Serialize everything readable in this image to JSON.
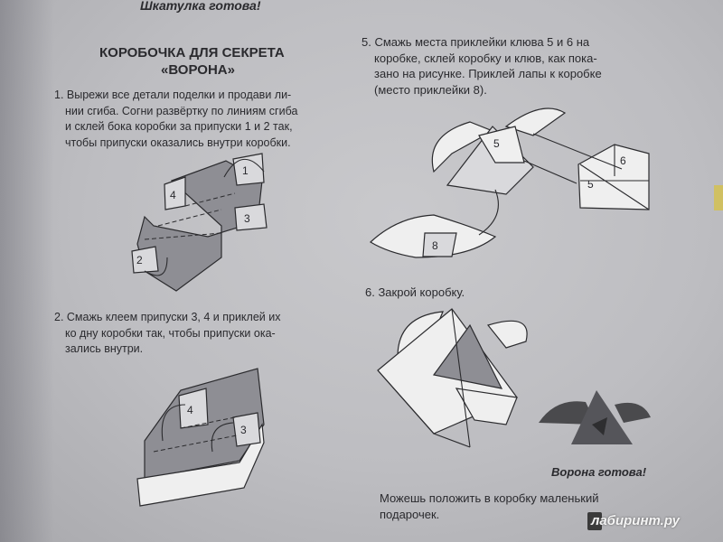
{
  "header": {
    "previous_done": "Шкатулка готова!"
  },
  "title": {
    "line1": "КОРОБОЧКА ДЛЯ СЕКРЕТА",
    "line2": "«ВОРОНА»"
  },
  "steps": {
    "s1": [
      "1. Вырежи все детали поделки и продави ли-",
      "нии сгиба. Согни развёртку по линиям сгиба",
      "и склей бока коробки за припуски 1 и 2 так,",
      "чтобы припуски оказались внутри коробки."
    ],
    "s2": [
      "2. Смажь клеем припуски 3, 4 и приклей их",
      "ко дну коробки так, чтобы припуски ока-",
      "зались внутри."
    ],
    "s5": [
      "5. Смажь места приклейки клюва 5 и 6 на",
      "коробке, склей коробку и клюв, как пока-",
      "зано на рисунке. Приклей лапы к коробке",
      "(место приклейки 8)."
    ],
    "s6": "6. Закрой коробку."
  },
  "diagram_labels": {
    "d1": [
      "1",
      "4",
      "3",
      "2"
    ],
    "d2": [
      "4",
      "3"
    ],
    "d5": [
      "5",
      "6",
      "5",
      "8"
    ]
  },
  "result": {
    "done": "Ворона готова!",
    "gift_line1": "Можешь положить в коробку маленький",
    "gift_line2": "подарочек."
  },
  "watermark": "лабиринт.ру"
}
